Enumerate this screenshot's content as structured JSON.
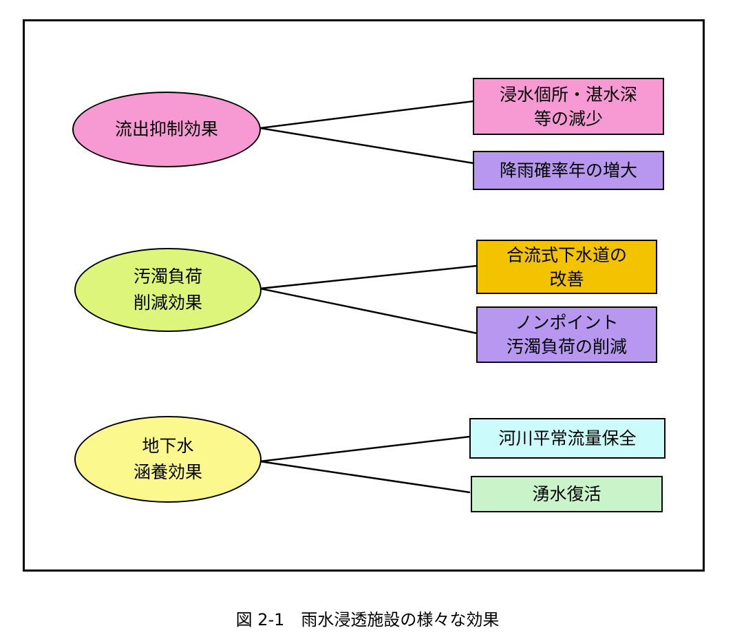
{
  "groups": [
    {
      "label": "流出抑制効果",
      "color": "#f79ad3",
      "outcomes": [
        {
          "label": "浸水個所・湛水深\n等の減少",
          "color": "#f79ad3"
        },
        {
          "label": "降雨確率年の増大",
          "color": "#b897f0"
        }
      ]
    },
    {
      "label": "汚濁負荷\n削減効果",
      "color": "#ddf57a",
      "outcomes": [
        {
          "label": "合流式下水道の\n改善",
          "color": "#f3c300"
        },
        {
          "label": "ノンポイント\n汚濁負荷の削減",
          "color": "#b897f0"
        }
      ]
    },
    {
      "label": "地下水\n涵養効果",
      "color": "#fbf98e",
      "outcomes": [
        {
          "label": "河川平常流量保全",
          "color": "#cbfbfb"
        },
        {
          "label": "湧水復活",
          "color": "#c9f3c9"
        }
      ]
    }
  ],
  "caption": "図 2-1　雨水浸透施設の様々な効果"
}
